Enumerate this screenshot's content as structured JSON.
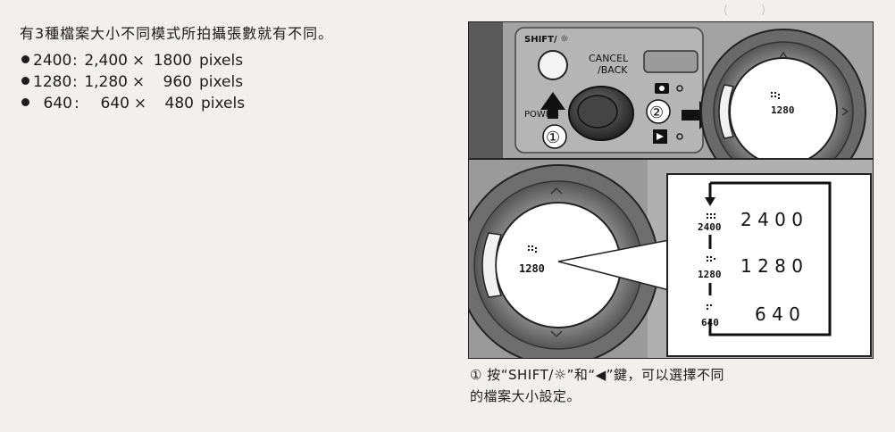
{
  "intro": "有3種檔案大小不同模式所拍攝張數就有不同。",
  "specs": [
    {
      "mode": "2400",
      "width": "2,400",
      "height": "1800",
      "unit": "pixels"
    },
    {
      "mode": "1280",
      "width": "1,280",
      "height": "960",
      "unit": "pixels"
    },
    {
      "mode": "640",
      "width": "640",
      "height": "480",
      "unit": "pixels"
    }
  ],
  "symbols": {
    "times": "×",
    "colon": ":"
  },
  "figure": {
    "top_panel": {
      "shift_label": "SHIFT/",
      "cancel_label": "CANCEL",
      "back_label": "/BACK",
      "power_label": "POWER",
      "step_one": "①",
      "step_two": "②",
      "dial_value": "1280"
    },
    "bottom_panel": {
      "dial_value": "1280",
      "menu": [
        {
          "icon_label": "2400",
          "value": "2 4 0 0"
        },
        {
          "icon_label": "1280",
          "value": "1 2 8 0"
        },
        {
          "icon_label": "640",
          "value": "6 4 0"
        }
      ]
    }
  },
  "caption": {
    "num": "①",
    "part1": " 按“SHIFT/",
    "sun": "☼",
    "part2": "”和“",
    "arrow": "◀",
    "part3": "”鍵，可以選擇不同",
    "line2": "的檔案大小設定。"
  }
}
